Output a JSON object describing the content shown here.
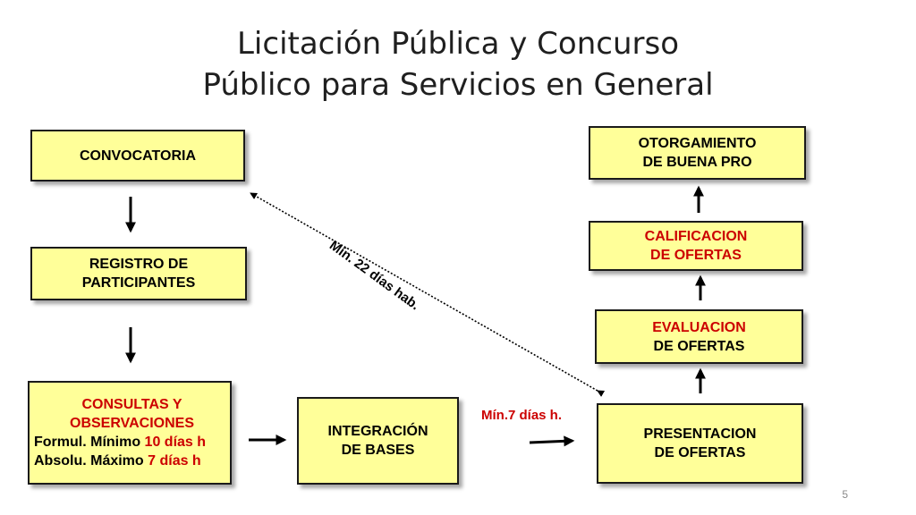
{
  "title": {
    "line1": "Licitación Pública y Concurso",
    "line2": "Público para Servicios en General"
  },
  "nodes": {
    "convocatoria": {
      "text": "CONVOCATORIA"
    },
    "registro": {
      "line1": "REGISTRO DE",
      "line2": "PARTICIPANTES"
    },
    "consultas": {
      "line1": "CONSULTAS Y",
      "line2": "OBSERVACIONES",
      "formul_label": "Formul. Mínimo ",
      "formul_value": "10 días h",
      "absolu_label": "Absolu. Máximo ",
      "absolu_value": "7 días h"
    },
    "integracion": {
      "line1": "INTEGRACIÓN",
      "line2": "DE BASES"
    },
    "presentacion": {
      "line1": "PRESENTACION",
      "line2": "DE OFERTAS"
    },
    "evaluacion": {
      "line1": "EVALUACION",
      "line2": "DE OFERTAS"
    },
    "calificacion": {
      "line1": "CALIFICACION",
      "line2": "DE OFERTAS"
    },
    "otorgamiento": {
      "line1": "OTORGAMIENTO",
      "line2": "DE BUENA PRO"
    }
  },
  "annotations": {
    "min22": "Mín. 22 días hab.",
    "min7": "Mín.7  días h."
  },
  "page_number": "5",
  "colors": {
    "box_fill": "#ffff99",
    "highlight_red": "#cc0000",
    "text": "#000000"
  }
}
